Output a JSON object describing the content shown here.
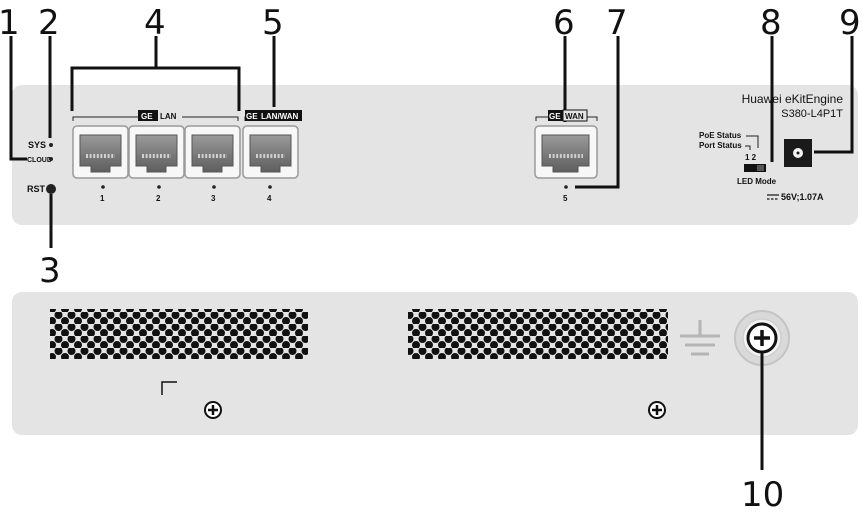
{
  "callouts": [
    "1",
    "2",
    "3",
    "4",
    "5",
    "6",
    "7",
    "8",
    "9",
    "10"
  ],
  "front_panel": {
    "sys_label": "SYS",
    "cloud_label": "CLOUD",
    "rst_label": "RST",
    "lan_group": {
      "tag": "GE",
      "name": "LAN"
    },
    "lanwan_group": {
      "tag": "GE",
      "name": "LAN/WAN"
    },
    "wan_group": {
      "tag": "GE",
      "name": "WAN"
    },
    "port_numbers": [
      "1",
      "2",
      "3",
      "4",
      "5"
    ],
    "brand_line1": "Huawei eKitEngine",
    "brand_line2": "S380-L4P1T",
    "poe_status": "PoE Status",
    "port_status": "Port Status",
    "switch_positions": "1 2",
    "led_mode": "LED Mode",
    "power_rating": "56V;1.07A"
  }
}
